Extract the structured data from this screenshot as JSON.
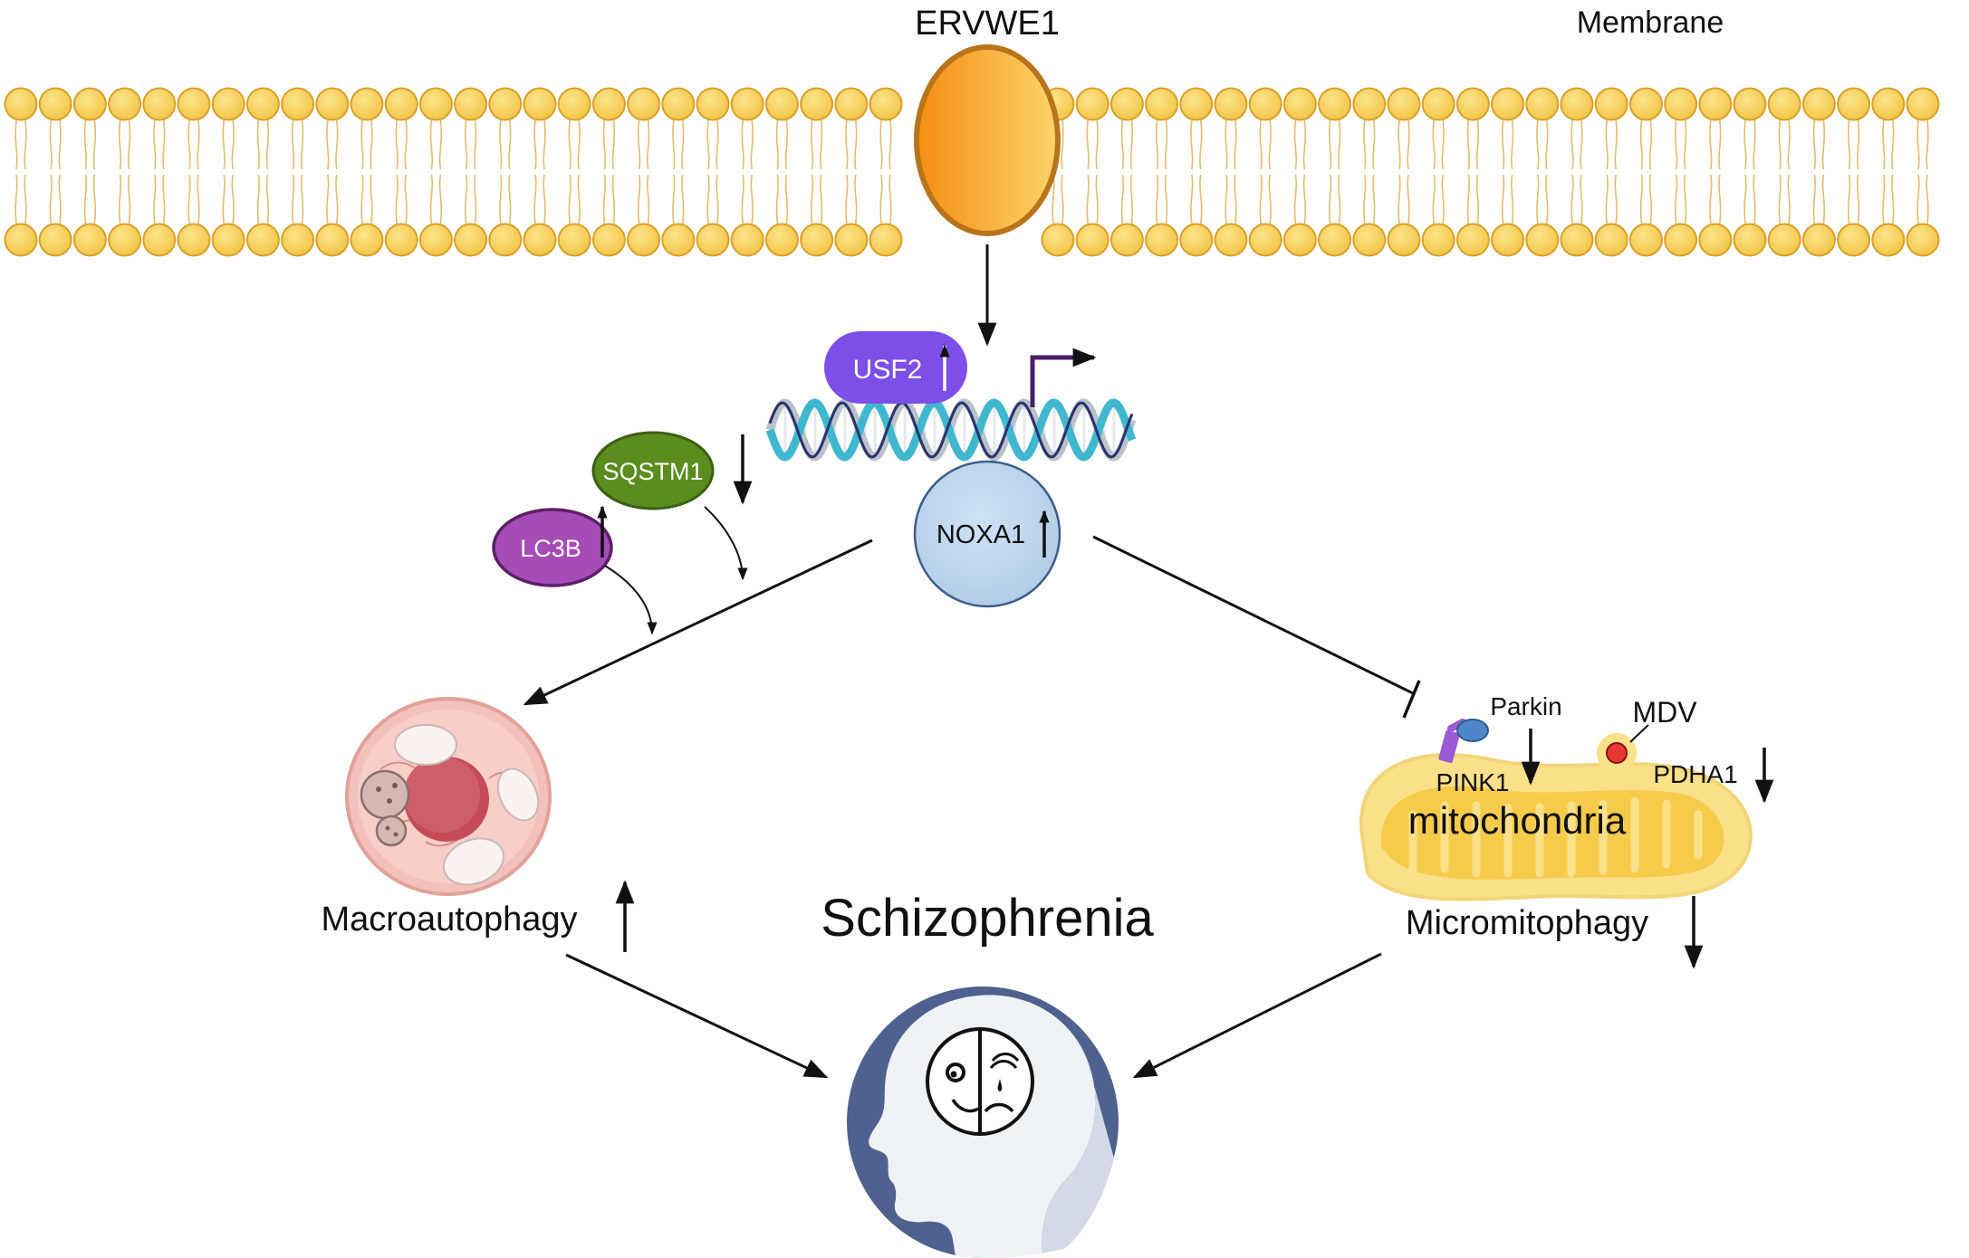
{
  "labels": {
    "receptor": "ERVWE1",
    "membrane": "Membrane",
    "usf2": "USF2",
    "sqstm1": "SQSTM1",
    "lc3b": "LC3B",
    "noxa1": "NOXA1",
    "parkin": "Parkin",
    "pink1": "PINK1",
    "mdv": "MDV",
    "pdha1": "PDHA1",
    "mitochondria": "mitochondria",
    "macroautophagy": "Macroautophagy",
    "micromitophagy": "Micromitophagy",
    "disease": "Schizophrenia"
  },
  "colors": {
    "lipid_head": "#F7CF5A",
    "lipid_stroke": "#D9A02A",
    "receptor_fill": "#F9A825",
    "usf2": "#7B4FE8",
    "sqstm1": "#5B8C1E",
    "lc3b": "#A64CB8",
    "noxa1": "#B9D3EC",
    "head_circle": "#4F618E",
    "dna_blue": "#3FB8CF",
    "dna_grey": "#B9C2C8",
    "dna_navy": "#2B3170",
    "promoter_arrow": "#4A1E6B",
    "mitochondria_fill": "#FBE08A",
    "cell_fill": "#F3C1BB",
    "nucleus": "#C9525E"
  },
  "icons": [
    "up-arrow-icon",
    "down-arrow-icon",
    "promoter-arrow-icon",
    "inhibition-icon",
    "cell-icon",
    "mitochondria-icon",
    "head-silhouette-icon",
    "mood-face-icon"
  ]
}
